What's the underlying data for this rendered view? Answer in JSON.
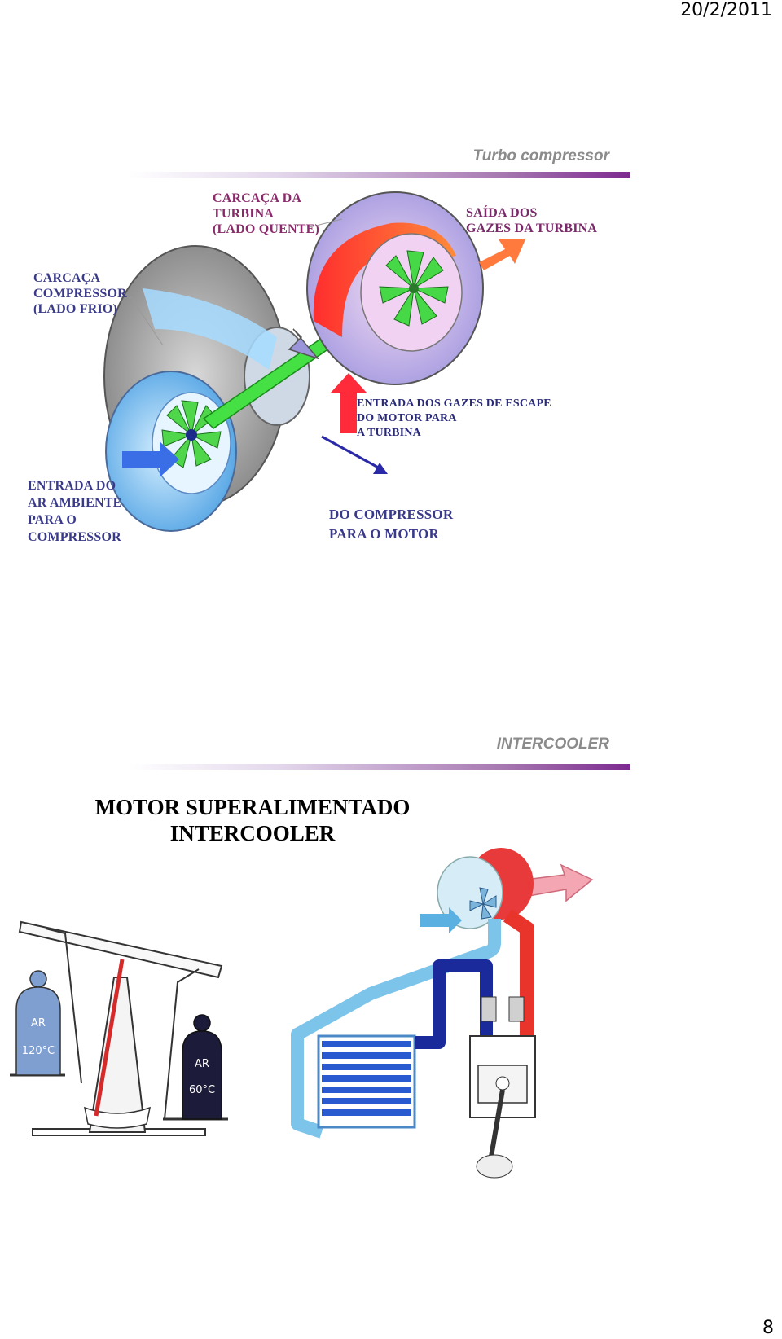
{
  "header": {
    "date": "20/2/2011"
  },
  "footer": {
    "page_number": "8"
  },
  "slide1": {
    "title": "Turbo compressor",
    "labels": {
      "turbine_housing": "CARCAÇA DA\nTURBINA\n(LADO  QUENTE)",
      "turbine_exhaust": "SAÍDA DOS\nGAZES DA TURBINA",
      "compressor_housing": "CARCAÇA\nCOMPRESSOR\n(LADO FRIO)",
      "exhaust_inlet": "ENTRADA DOS GAZES DE ESCAPE\nDO MOTOR PARA\nA  TURBINA",
      "air_inlet": "ENTRADA DO\nAR AMBIENTE\nPARA O\n COMPRESSOR",
      "compressor_to_engine": "DO COMPRESSOR\nPARA O MOTOR"
    }
  },
  "slide2": {
    "title": "INTERCOOLER",
    "heading_line1": "MOTOR SUPERALIMENTADO",
    "heading_line2": "INTERCOOLER",
    "balance": {
      "hot_weight_label": "AR",
      "hot_weight_temp": "120°C",
      "cold_weight_label": "AR",
      "cold_weight_temp": "60°C"
    }
  },
  "colors": {
    "title_bar_end": "#7d2a90",
    "label_blue": "#3a3a8a",
    "label_purple": "#8a2a6a",
    "hot_red": "#e8342a",
    "cold_blue": "#1a2a9a",
    "air_light_blue": "#7cc4ea",
    "rotor_green": "#4fd64a"
  }
}
